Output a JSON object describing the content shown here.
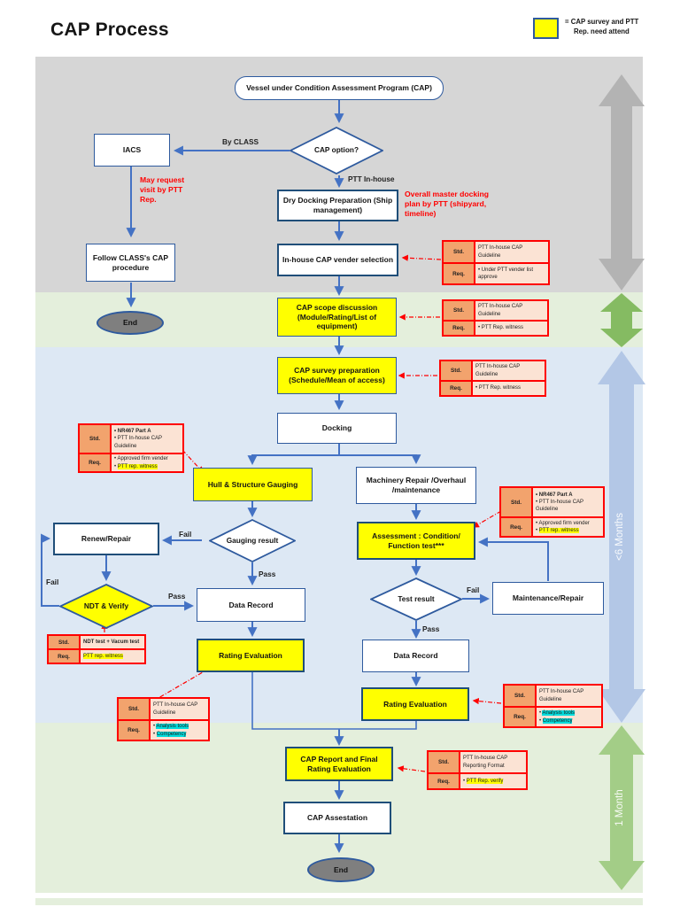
{
  "title": "CAP Process",
  "legend": {
    "line1": "= CAP survey and PTT",
    "line2": "Rep. need attend"
  },
  "timeline": {
    "six_months": "<6 Months",
    "one_month": "1 Month"
  },
  "nodes": {
    "start": "Vessel under Condition Assessment Program (CAP)",
    "cap_option": "CAP option?",
    "iacs": "IACS",
    "follow_class": "Follow CLASS's CAP procedure",
    "end_class": "End",
    "dry_docking": "Dry Docking Preparation (Ship management)",
    "vender_selection": "In-house CAP vender selection",
    "scope_discussion": "CAP scope discussion (Module/Rating/List of equipment)",
    "survey_preparation": "CAP survey preparation (Schedule/Mean of access)",
    "docking": "Docking",
    "hull_gauging": "Hull & Structure Gauging",
    "machinery_repair": "Machinery Repair /Overhaul /maintenance",
    "gauging_result": "Gauging result",
    "renew_repair": "Renew/Repair",
    "ndt_verify": "NDT & Verify",
    "data_record_left": "Data Record",
    "rating_eval_left": "Rating Evaluation",
    "assessment": "Assessment :  Condition/ Function test***",
    "test_result": "Test result",
    "maintenance_repair": "Maintenance/Repair",
    "data_record_right": "Data Record",
    "rating_eval_right": "Rating Evaluation",
    "cap_report": "CAP Report and Final Rating Evaluation",
    "cap_assestation": "CAP Assestation",
    "end_final": "End"
  },
  "edge_labels": {
    "by_class": "By CLASS",
    "ptt_inhouse": "PTT In-house",
    "gauging_fail": "Fail",
    "gauging_pass": "Pass",
    "ndt_fail": "Fail",
    "ndt_pass": "Pass",
    "test_fail": "Fail",
    "test_pass": "Pass"
  },
  "notes": {
    "may_request": "May request visit by PTT Rep.",
    "overall_master": "Overall master docking plan by PTT (shipyard, timeline)"
  },
  "annotations": {
    "std_label": "Std.",
    "req_label": "Req.",
    "vender": {
      "std": [
        "PTT In-house CAP Guideline"
      ],
      "req": [
        "Under PTT vender list approve"
      ]
    },
    "scope": {
      "std": [
        "PTT In-house CAP Guideline"
      ],
      "req": [
        "PTT Rep. witness"
      ]
    },
    "survey": {
      "std": [
        "PTT In-house CAP Guideline"
      ],
      "req": [
        "PTT Rep. witness"
      ]
    },
    "hull": {
      "std": [
        "NR467 Part A",
        "PTT In-house CAP Guideline"
      ],
      "req": [
        "Approved firm vender",
        "PTT rep. witness"
      ]
    },
    "assessment": {
      "std": [
        "NR467 Part A",
        "PTT In-house CAP Guideline"
      ],
      "req": [
        "Approved firm vender",
        "PTT rep. witness"
      ]
    },
    "ndt": {
      "std": [
        "NDT test + Vacum test"
      ],
      "req": [
        "PTT rep. witness"
      ]
    },
    "rating_left": {
      "std": [
        "PTT In-house CAP Guideline"
      ],
      "req": [
        "Analysis tools",
        "Competency"
      ]
    },
    "rating_right": {
      "std": [
        "PTT In-house CAP Guideline"
      ],
      "req": [
        "Analysis tools",
        "Competency"
      ]
    },
    "report": {
      "std": [
        "PTT In-house CAP Reporting Format"
      ],
      "req": [
        "PTT Rep. verify"
      ]
    }
  },
  "colors": {
    "accent_yellow": "#ffff00",
    "band_grey": "#d6d6d6",
    "band_green": "#e4efdc",
    "band_blue": "#dde8f4",
    "arrow_blue": "#4472c4",
    "border_blue": "#2e5a9e",
    "border_dark": "#1f4e79",
    "annotation_red": "#ff0000",
    "ann_label_bg": "#f2a36d",
    "ann_body_bg": "#fbe3d4",
    "end_grey": "#7f7f7f",
    "tl_grey": "#b3b3b3",
    "tl_green": "#85bb62",
    "tl_blue": "#b3c7e6",
    "tl_green_light": "#a3cd87",
    "hl_cyan": "#00dcdc"
  }
}
